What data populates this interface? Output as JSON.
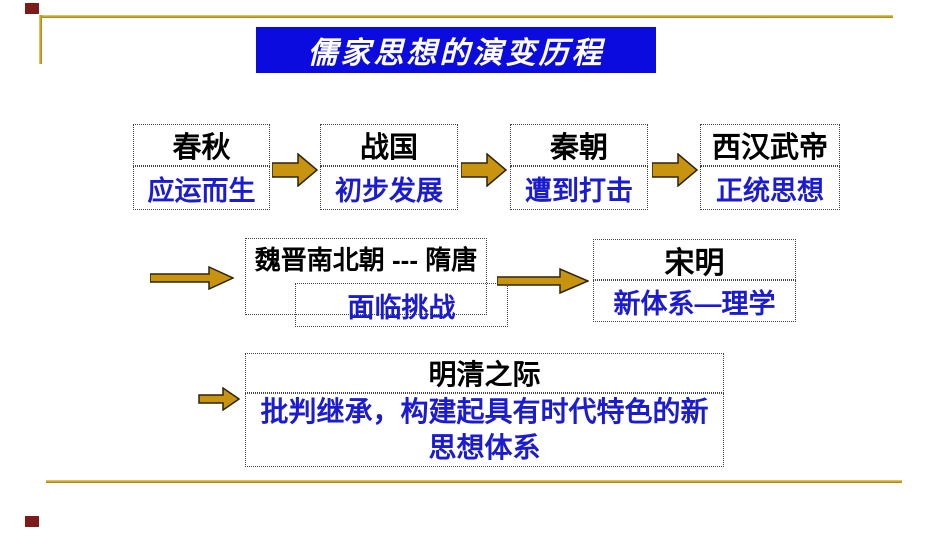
{
  "title": {
    "text": "儒家思想的演变历程"
  },
  "colors": {
    "title_bg": "#0b0bdf",
    "title_text": "#ffffff",
    "period_text": "#000000",
    "status_text": "#1b1bd1",
    "arrow_fill": "#c8930e",
    "arrow_outline": "#2f2408",
    "frame_gold": "#c9a227",
    "corner_square": "#7d1b1b",
    "box_border_dotted": "#444444"
  },
  "flow": {
    "row1": [
      {
        "period": "春秋",
        "status": "应运而生"
      },
      {
        "period": "战国",
        "status": "初步发展"
      },
      {
        "period": "秦朝",
        "status": "遭到打击"
      },
      {
        "period": "西汉武帝",
        "status": "正统思想"
      }
    ],
    "row2": {
      "stage1": {
        "period": "魏晋南北朝 --- 隋唐",
        "status": "面临挑战"
      },
      "stage2": {
        "period": "宋明",
        "status": "新体系—理学"
      }
    },
    "row3": {
      "period": "明清之际",
      "status": "批判继承，构建起具有时代特色的新思想体系"
    }
  }
}
